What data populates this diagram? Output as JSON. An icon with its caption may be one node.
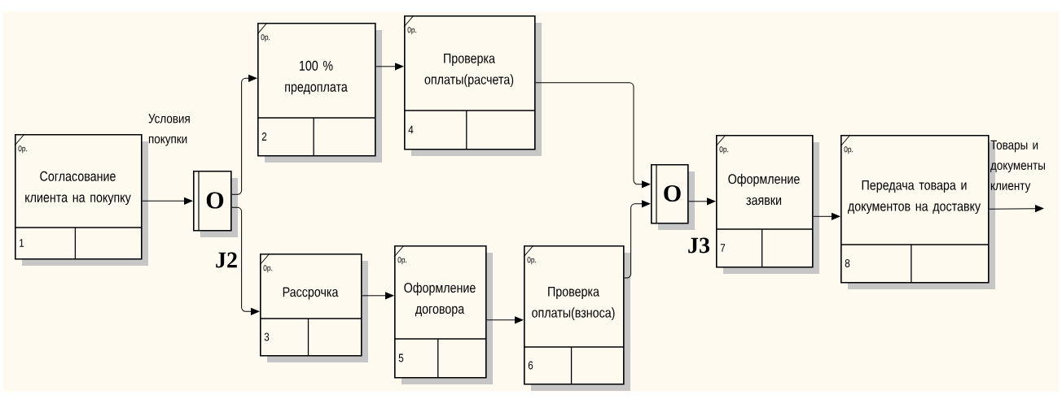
{
  "diagram": {
    "nodes": [
      {
        "text": [
          "0р.",
          "Согласование клиента на покупку",
          "1"
        ]
      },
      {
        "text": [
          "O"
        ],
        "beside": [
          "J2"
        ]
      },
      {
        "text": [
          "0р.",
          "100 % предоплата",
          "2"
        ]
      },
      {
        "text": [
          "0р.",
          "Рассрочка",
          "3"
        ]
      },
      {
        "text": [
          "0р.",
          "Проверка оплаты(расчета)",
          "4"
        ]
      },
      {
        "text": [
          "0р.",
          "Оформление договора",
          "5"
        ]
      },
      {
        "text": [
          "0р.",
          "Проверка оплаты(взноса)",
          "6"
        ]
      },
      {
        "text": [
          "O"
        ],
        "beside": [
          "J3"
        ]
      },
      {
        "text": [
          "0р.",
          "Оформление заявки",
          "7"
        ]
      },
      {
        "text": [
          "0р.",
          "Передача товара и документов на доставку",
          "8"
        ]
      }
    ],
    "edges": [
      {
        "from": 0,
        "to": 1,
        "arrow": "to",
        "label": "Условия покупки"
      },
      {
        "from": 1,
        "to": 2,
        "arrow": "to"
      },
      {
        "from": 1,
        "to": 3,
        "arrow": "to"
      },
      {
        "from": 2,
        "to": 4,
        "arrow": "to"
      },
      {
        "from": 3,
        "to": 5,
        "arrow": "to"
      },
      {
        "from": 5,
        "to": 6,
        "arrow": "to"
      },
      {
        "from": 4,
        "to": 7,
        "arrow": "to"
      },
      {
        "from": 6,
        "to": 7,
        "arrow": "to"
      },
      {
        "from": 7,
        "to": 8,
        "arrow": "to"
      },
      {
        "from": 8,
        "to": 9,
        "arrow": "to"
      },
      {
        "from": 9,
        "to": null,
        "arrow": "to",
        "label": "Товары и документы клиенту"
      }
    ]
  }
}
